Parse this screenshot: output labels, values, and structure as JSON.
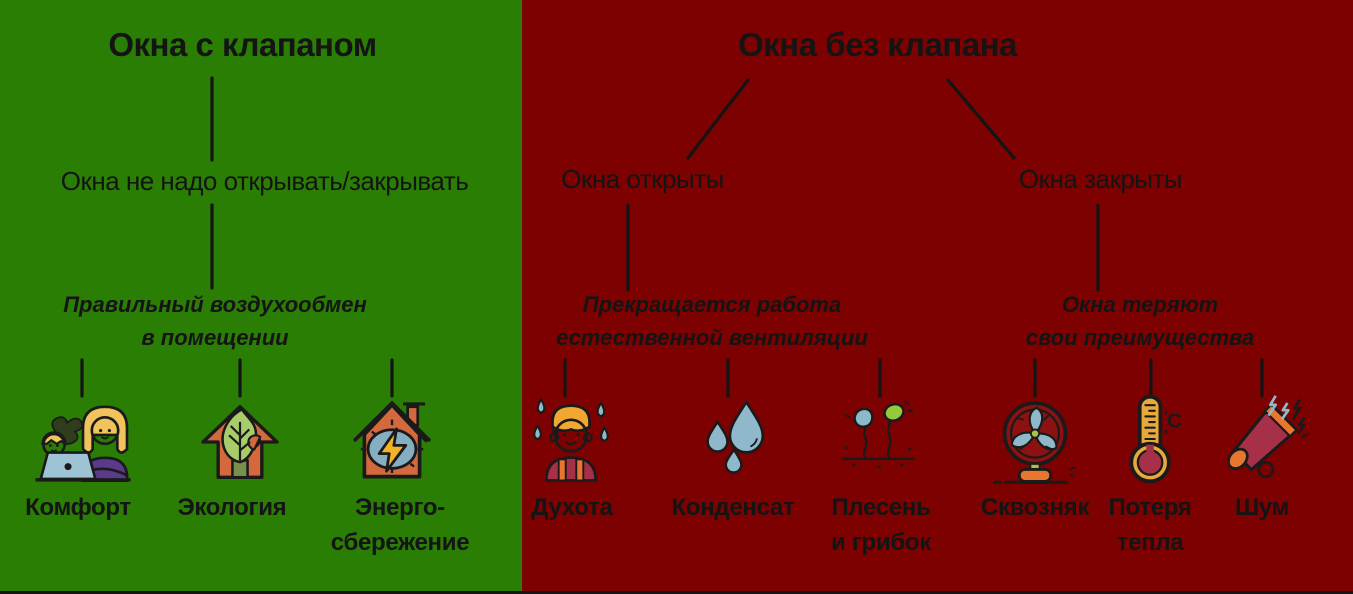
{
  "colors": {
    "green_bg": "#2a7e04",
    "red_bg": "#7d0101",
    "line": "#141414",
    "terracotta": "#d4693e",
    "accent_orange": "#e8762e",
    "leaf_green": "#a8cc6a",
    "mold_green": "#94c83d",
    "light_blue": "#8fb9ca",
    "steel_blue": "#85aec2",
    "bolt_yellow": "#f2b329",
    "thermo_gold": "#e8a93a",
    "crimson": "#a63048",
    "purple": "#5b3a8c",
    "blonde": "#f0c35c"
  },
  "left": {
    "title": "Окна с клапаном",
    "step1": "Окна не надо открывать/закрывать",
    "step2": "Правильный воздухообмен\nв помещении",
    "benefits": [
      {
        "icon": "comfort-icon",
        "label": "Комфорт"
      },
      {
        "icon": "ecology-icon",
        "label": "Экология"
      },
      {
        "icon": "energy-saving-icon",
        "label": "Энерго-\nсбережение"
      }
    ]
  },
  "right": {
    "title": "Окна без клапана",
    "branches": [
      {
        "title": "Окна открыты",
        "note": "Прекращается работа\nестественной вентиляции",
        "problems": [
          {
            "icon": "stuffiness-icon",
            "label": "Духота"
          },
          {
            "icon": "condensate-icon",
            "label": "Конденсат"
          },
          {
            "icon": "mold-icon",
            "label": "Плесень\nи грибок"
          }
        ]
      },
      {
        "title": "Окна закрыты",
        "note": "Окна теряют\nсвои преимущества",
        "problems": [
          {
            "icon": "draft-icon",
            "label": "Сквозняк"
          },
          {
            "icon": "heat-loss-icon",
            "label": "Потеря\nтепла"
          },
          {
            "icon": "noise-icon",
            "label": "Шум"
          }
        ]
      }
    ]
  }
}
